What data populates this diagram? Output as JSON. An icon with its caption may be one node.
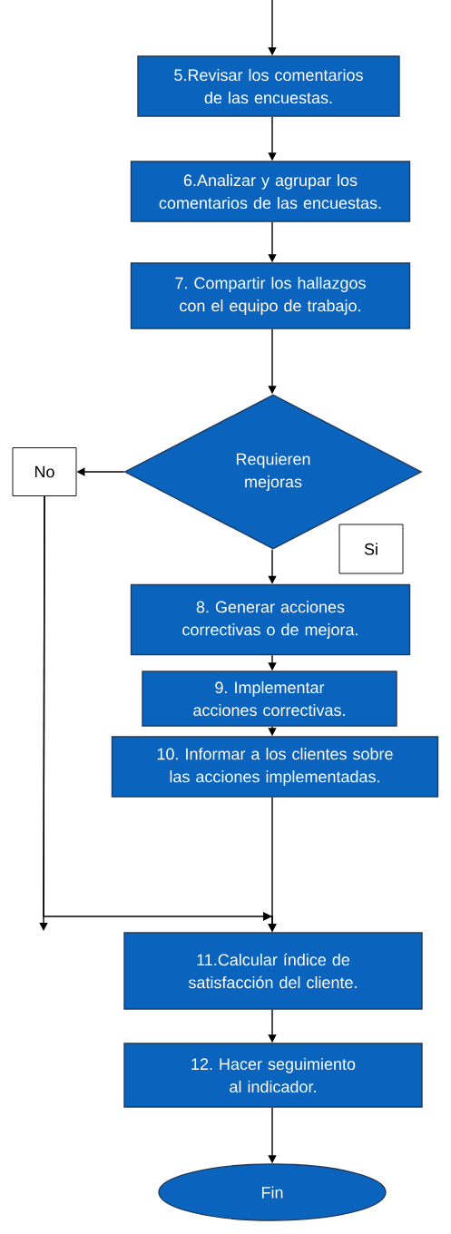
{
  "diagram": {
    "nodes": [
      {
        "text": [
          "5.Revisar los comentarios de las encuestas."
        ]
      },
      {
        "text": [
          "6.Analizar y agrupar los comentarios de las encuestas."
        ]
      },
      {
        "text": [
          "7. Compartir los hallazgos con el equipo de trabajo."
        ]
      },
      {
        "text": [
          "Requieren mejoras"
        ]
      },
      {
        "text": [
          "No"
        ]
      },
      {
        "text": [
          "Si"
        ]
      },
      {
        "text": [
          "8. Generar acciones correctivas o de mejora."
        ]
      },
      {
        "text": [
          "9. Implementar acciones correctivas."
        ]
      },
      {
        "text": [
          "10. Informar a los clientes sobre las acciones implementadas."
        ]
      },
      {
        "text": [
          "11.Calcular índice de satisfacción del cliente."
        ]
      },
      {
        "text": [
          "12. Hacer seguimiento al indicador."
        ]
      },
      {
        "text": [
          "Fin"
        ]
      }
    ],
    "edges": [
      {
        "from": null,
        "to": 0,
        "arrow": "to"
      },
      {
        "from": 0,
        "to": 1,
        "arrow": "to"
      },
      {
        "from": 1,
        "to": 2,
        "arrow": "to"
      },
      {
        "from": 2,
        "to": 3,
        "arrow": "to"
      },
      {
        "from": 3,
        "to": 4,
        "arrow": "to"
      },
      {
        "from": 3,
        "to": 6,
        "arrow": "to"
      },
      {
        "from": 6,
        "to": 7,
        "arrow": "to"
      },
      {
        "from": 7,
        "to": 8,
        "arrow": "to"
      },
      {
        "from": 8,
        "to": 9,
        "arrow": "to"
      },
      {
        "from": 4,
        "to": 9,
        "arrow": "to"
      },
      {
        "from": 4,
        "to": null,
        "arrow": "to"
      },
      {
        "from": 9,
        "to": 10,
        "arrow": "to"
      },
      {
        "from": 10,
        "to": 11,
        "arrow": "to"
      }
    ]
  }
}
